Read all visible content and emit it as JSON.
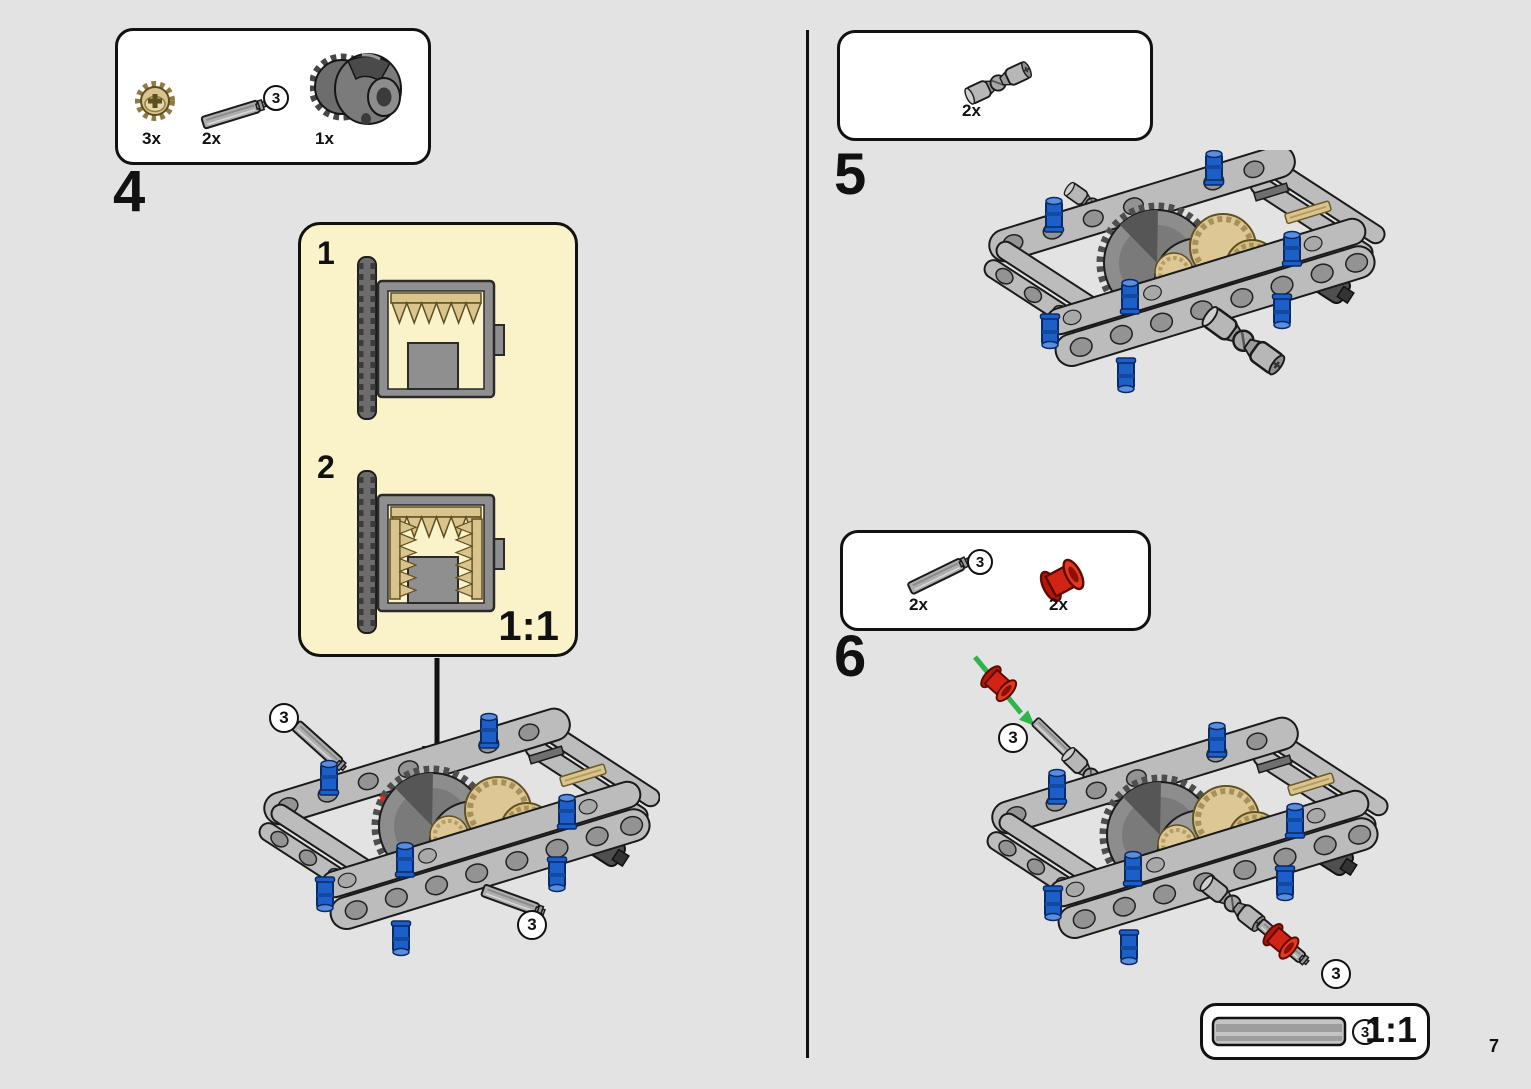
{
  "page": {
    "number": "7"
  },
  "colors": {
    "background": "#e3e3e3",
    "panel_yellow": "#faf2c8",
    "pin_blue": "#1d5fc8",
    "gear_tan": "#d9c48d",
    "part_red": "#d32314",
    "arrow_green": "#2fb54d",
    "arrow_red": "#e02b20"
  },
  "steps": {
    "step4": {
      "number": "4",
      "parts": [
        {
          "icon": "bevel-gear-icon",
          "qty": "3x"
        },
        {
          "icon": "axle-icon",
          "qty": "2x",
          "callout": "3"
        },
        {
          "icon": "differential-housing-icon",
          "qty": "1x"
        }
      ],
      "inset": {
        "substep1": "1",
        "substep2": "2",
        "scale": "1:1"
      },
      "callout_axle_top": "3",
      "callout_axle_bottom": "3"
    },
    "step5": {
      "number": "5",
      "parts": [
        {
          "icon": "universal-joint-icon",
          "qty": "2x"
        }
      ]
    },
    "step6": {
      "number": "6",
      "parts": [
        {
          "icon": "axle-icon",
          "qty": "2x",
          "callout": "3"
        },
        {
          "icon": "red-bushing-icon",
          "qty": "2x"
        }
      ],
      "callout_axle_top": "3",
      "callout_axle_bottom": "3"
    }
  },
  "scale_box": {
    "callout": "3",
    "scale": "1:1"
  }
}
